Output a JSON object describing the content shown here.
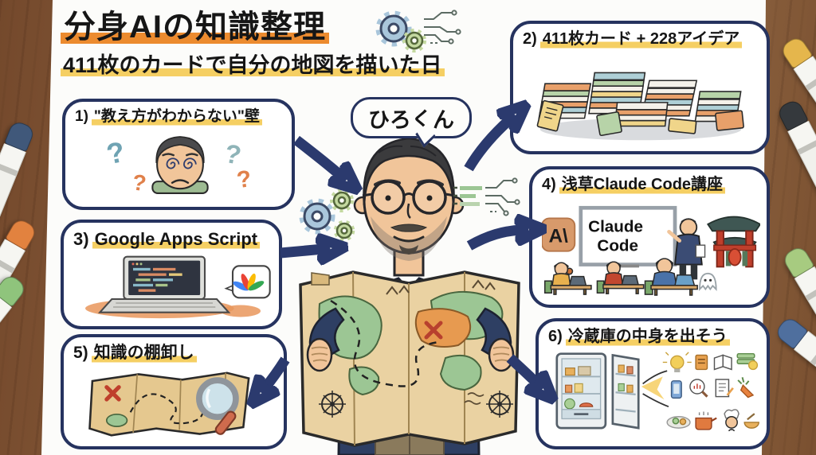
{
  "header": {
    "title": "分身AIの知識整理",
    "subtitle": "411枚のカードで自分の地図を描いた日"
  },
  "center": {
    "speech_bubble": "ひろくん",
    "illustration": "man-with-glasses-holding-treasure-map"
  },
  "boxes": [
    {
      "num": "1)",
      "label": "\"教え方がわからない\"壁",
      "illustration": "confused-man-with-question-marks",
      "question_mark": "?"
    },
    {
      "num": "2)",
      "label": "411枚カード + 228アイデア",
      "illustration": "piles-of-colorful-cards"
    },
    {
      "num": "3)",
      "label": "Google Apps Script",
      "illustration": "laptop-with-code-and-apps-script-logo"
    },
    {
      "num": "4)",
      "label": "浅草Claude Code講座",
      "illustration": "classroom-whiteboard-teacher-kaminarimon-gate-ghost",
      "logo_text": "A\\",
      "whiteboard_line1": "Claude",
      "whiteboard_line2": "Code"
    },
    {
      "num": "5)",
      "label": "知識の棚卸し",
      "illustration": "treasure-map-with-magnifying-glass"
    },
    {
      "num": "6)",
      "label": "冷蔵庫の中身を出そう",
      "illustration": "open-refrigerator-with-idea-icons"
    }
  ],
  "colors": {
    "outline_navy": "#26335f",
    "arrow_navy": "#2b3a6e",
    "highlight_orange": "#ec8b2f",
    "highlight_yellow": "#f5cf63",
    "paper": "#fcfcfa",
    "wood_desk": "#7d5334"
  },
  "desk_markers": {
    "left_cap_colors": [
      "gray",
      "navy",
      "orange",
      "green"
    ],
    "right_cap_colors": [
      "yellow",
      "black",
      "green",
      "blue"
    ]
  }
}
